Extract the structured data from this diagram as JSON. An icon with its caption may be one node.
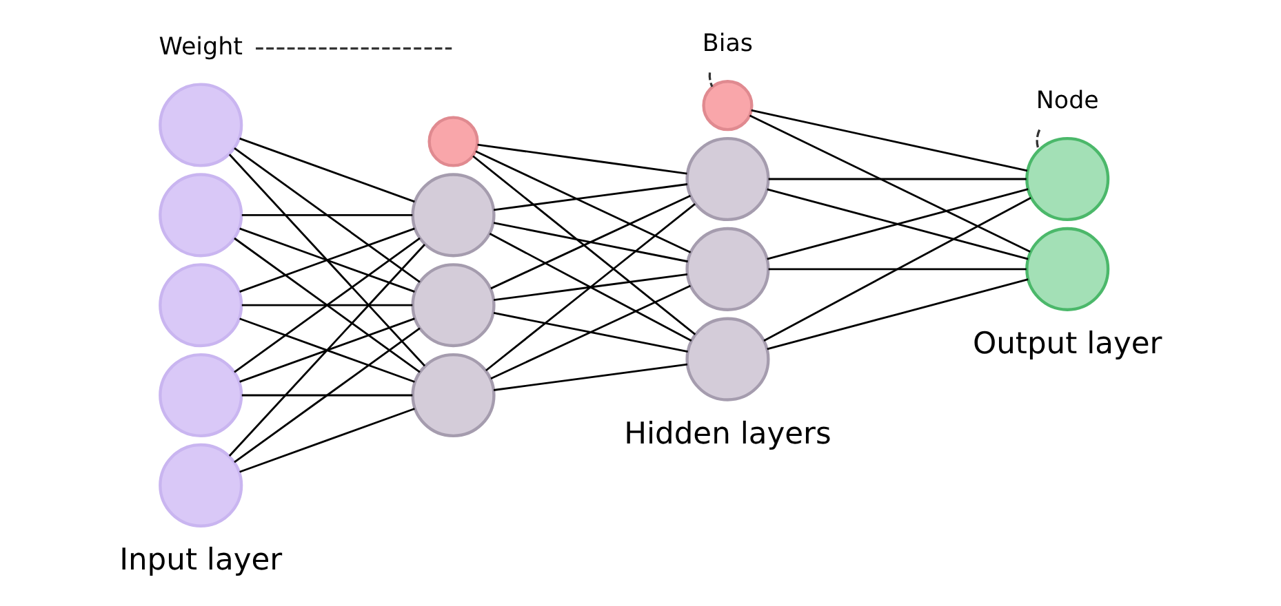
{
  "diagram": {
    "nodes": [
      {
        "text": [],
        "shape": "circle"
      },
      {
        "text": [],
        "shape": "circle"
      },
      {
        "text": [],
        "shape": "circle"
      },
      {
        "text": [],
        "shape": "circle"
      },
      {
        "text": [],
        "shape": "circle"
      },
      {
        "text": [
          "Weight"
        ]
      },
      {
        "text": [],
        "shape": "circle"
      },
      {
        "text": [],
        "shape": "circle"
      },
      {
        "text": [],
        "shape": "circle"
      },
      {
        "text": [],
        "shape": "circle"
      },
      {
        "text": [
          "Bias"
        ]
      },
      {
        "text": [],
        "shape": "circle"
      },
      {
        "text": [],
        "shape": "circle"
      },
      {
        "text": [],
        "shape": "circle"
      },
      {
        "text": [],
        "shape": "circle"
      },
      {
        "text": [
          "Node"
        ]
      },
      {
        "text": [],
        "shape": "circle"
      },
      {
        "text": [],
        "shape": "circle"
      }
    ],
    "edges": [
      {
        "from": 0,
        "to": 7,
        "arrow": "none"
      },
      {
        "from": 0,
        "to": 8,
        "arrow": "none"
      },
      {
        "from": 0,
        "to": 9,
        "arrow": "none"
      },
      {
        "from": 1,
        "to": 7,
        "arrow": "none"
      },
      {
        "from": 1,
        "to": 8,
        "arrow": "none"
      },
      {
        "from": 1,
        "to": 9,
        "arrow": "none"
      },
      {
        "from": 2,
        "to": 7,
        "arrow": "none"
      },
      {
        "from": 2,
        "to": 8,
        "arrow": "none"
      },
      {
        "from": 2,
        "to": 9,
        "arrow": "none"
      },
      {
        "from": 3,
        "to": 7,
        "arrow": "none"
      },
      {
        "from": 3,
        "to": 8,
        "arrow": "none"
      },
      {
        "from": 3,
        "to": 9,
        "arrow": "none"
      },
      {
        "from": 4,
        "to": 7,
        "arrow": "none"
      },
      {
        "from": 4,
        "to": 8,
        "arrow": "none"
      },
      {
        "from": 4,
        "to": 9,
        "arrow": "none"
      },
      {
        "from": 6,
        "to": 12,
        "arrow": "none"
      },
      {
        "from": 6,
        "to": 13,
        "arrow": "none"
      },
      {
        "from": 6,
        "to": 14,
        "arrow": "none"
      },
      {
        "from": 7,
        "to": 12,
        "arrow": "none"
      },
      {
        "from": 7,
        "to": 13,
        "arrow": "none"
      },
      {
        "from": 7,
        "to": 14,
        "arrow": "none"
      },
      {
        "from": 8,
        "to": 12,
        "arrow": "none"
      },
      {
        "from": 8,
        "to": 13,
        "arrow": "none"
      },
      {
        "from": 8,
        "to": 14,
        "arrow": "none"
      },
      {
        "from": 9,
        "to": 12,
        "arrow": "none"
      },
      {
        "from": 9,
        "to": 13,
        "arrow": "none"
      },
      {
        "from": 9,
        "to": 14,
        "arrow": "none"
      },
      {
        "from": 11,
        "to": 16,
        "arrow": "none"
      },
      {
        "from": 11,
        "to": 17,
        "arrow": "none"
      },
      {
        "from": 12,
        "to": 16,
        "arrow": "none"
      },
      {
        "from": 12,
        "to": 17,
        "arrow": "none"
      },
      {
        "from": 13,
        "to": 16,
        "arrow": "none"
      },
      {
        "from": 13,
        "to": 17,
        "arrow": "none"
      },
      {
        "from": 14,
        "to": 16,
        "arrow": "none"
      },
      {
        "from": 14,
        "to": 17,
        "arrow": "none"
      },
      {
        "from": 5,
        "to": null,
        "arrow": "none",
        "style": "dashed"
      },
      {
        "from": 10,
        "to": 11,
        "arrow": "none",
        "style": "dashed"
      },
      {
        "from": 15,
        "to": 16,
        "arrow": "none",
        "style": "dashed"
      }
    ],
    "labels": [
      "Input layer",
      "Hidden layers",
      "Output layer"
    ]
  }
}
